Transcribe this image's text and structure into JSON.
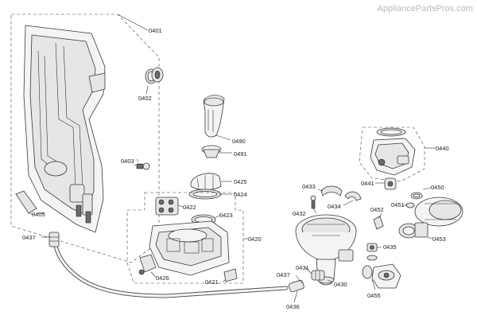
{
  "watermark": "AppliancePartsPros.com",
  "labels": {
    "p0401": "0401",
    "p0402": "0402",
    "p0403": "0403",
    "p0405": "0405",
    "p0437a": "0437",
    "p0490": "0490",
    "p0491": "0491",
    "p0425": "0425",
    "p0424": "0424",
    "p0422": "0422",
    "p0423": "0423",
    "p0420": "0420",
    "p0426": "0426",
    "p0421": "0421",
    "p0433": "0433",
    "p0434": "0434",
    "p0432": "0432",
    "p0431": "0431",
    "p0437b": "0437",
    "p0430": "0430",
    "p0436": "0436",
    "p0440": "0440",
    "p0441": "0441",
    "p0450": "0450",
    "p0452": "0452",
    "p0451": "0451",
    "p0435": "0435",
    "p0453": "0453",
    "p0455": "0455"
  }
}
